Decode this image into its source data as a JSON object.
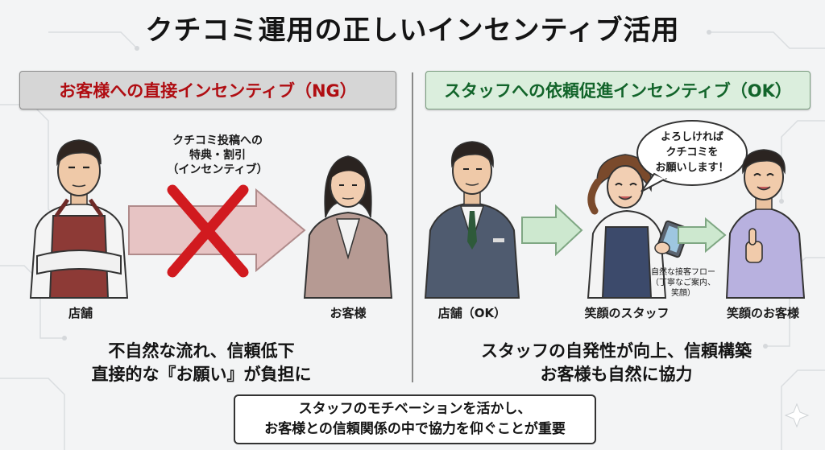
{
  "title": "クチコミ運用の正しいインセンティブ活用",
  "left_panel": {
    "header": "お客様への直接インセンティブ（NG）",
    "callout_lines": [
      "クチコミ投稿への",
      "特典・割引",
      "（インセンティブ）"
    ],
    "store_label": "店舗",
    "customer_label": "お客様",
    "summary_lines": [
      "不自然な流れ、信頼低下",
      "直接的な『お願い』が負担に"
    ]
  },
  "right_panel": {
    "header": "スタッフへの依頼促進インセンティブ（OK）",
    "speech_lines": [
      "よろしければ",
      "クチコミを",
      "お願いします！"
    ],
    "flow_note_lines": [
      "自然な接客フロー",
      "（丁寧なご案内、",
      "笑顔）"
    ],
    "store_label": "店舗（OK）",
    "staff_label": "笑顔のスタッフ",
    "customer_label": "笑顔のお客様",
    "summary_lines": [
      "スタッフの自発性が向上、信頼構築",
      "お客様も自然に協力"
    ]
  },
  "bottom_box": {
    "lines": [
      "スタッフのモチベーションを活かし、",
      "お客様との信頼関係の中で協力を仰ぐことが重要"
    ]
  },
  "colors": {
    "ng_text": "#b00d12",
    "ok_text": "#12642a",
    "ng_header_bg": "#d6d6d6",
    "ok_header_bg": "#dbeedd",
    "ng_arrow": "#e7c4c4",
    "ok_arrow": "#cde8cf",
    "cross": "#d11a1f"
  }
}
